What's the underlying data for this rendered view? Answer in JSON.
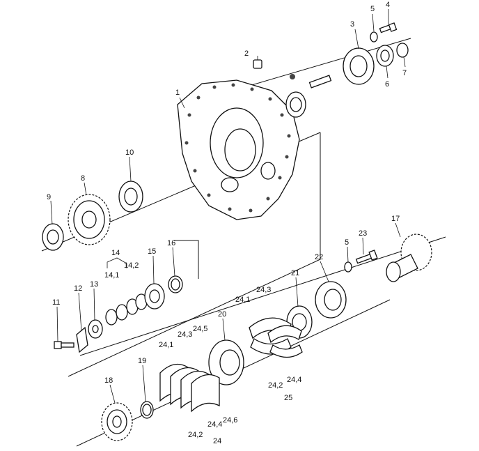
{
  "diagram": {
    "labels": {
      "p1": "1",
      "p2": "2",
      "p3": "3",
      "p4": "4",
      "p5a": "5",
      "p6": "6",
      "p7": "7",
      "p8": "8",
      "p9": "9",
      "p10": "10",
      "p11": "11",
      "p12": "12",
      "p13": "13",
      "p14": "14",
      "p14_1": "14,1",
      "p14_2": "14,2",
      "p15": "15",
      "p16": "16",
      "p17": "17",
      "p18": "18",
      "p19": "19",
      "p20": "20",
      "p21": "21",
      "p22": "22",
      "p23": "23",
      "p5b": "5",
      "p24_1a": "24,1",
      "p24_3a": "24,3",
      "p24_5": "24,5",
      "p24_1b": "24,1",
      "p24_3b": "24,3",
      "p24_2a": "24,2",
      "p24_4a": "24,4",
      "p24_6": "24,6",
      "p24": "24",
      "p24_2b": "24,2",
      "p24_4b": "24,4",
      "p25": "25"
    }
  }
}
